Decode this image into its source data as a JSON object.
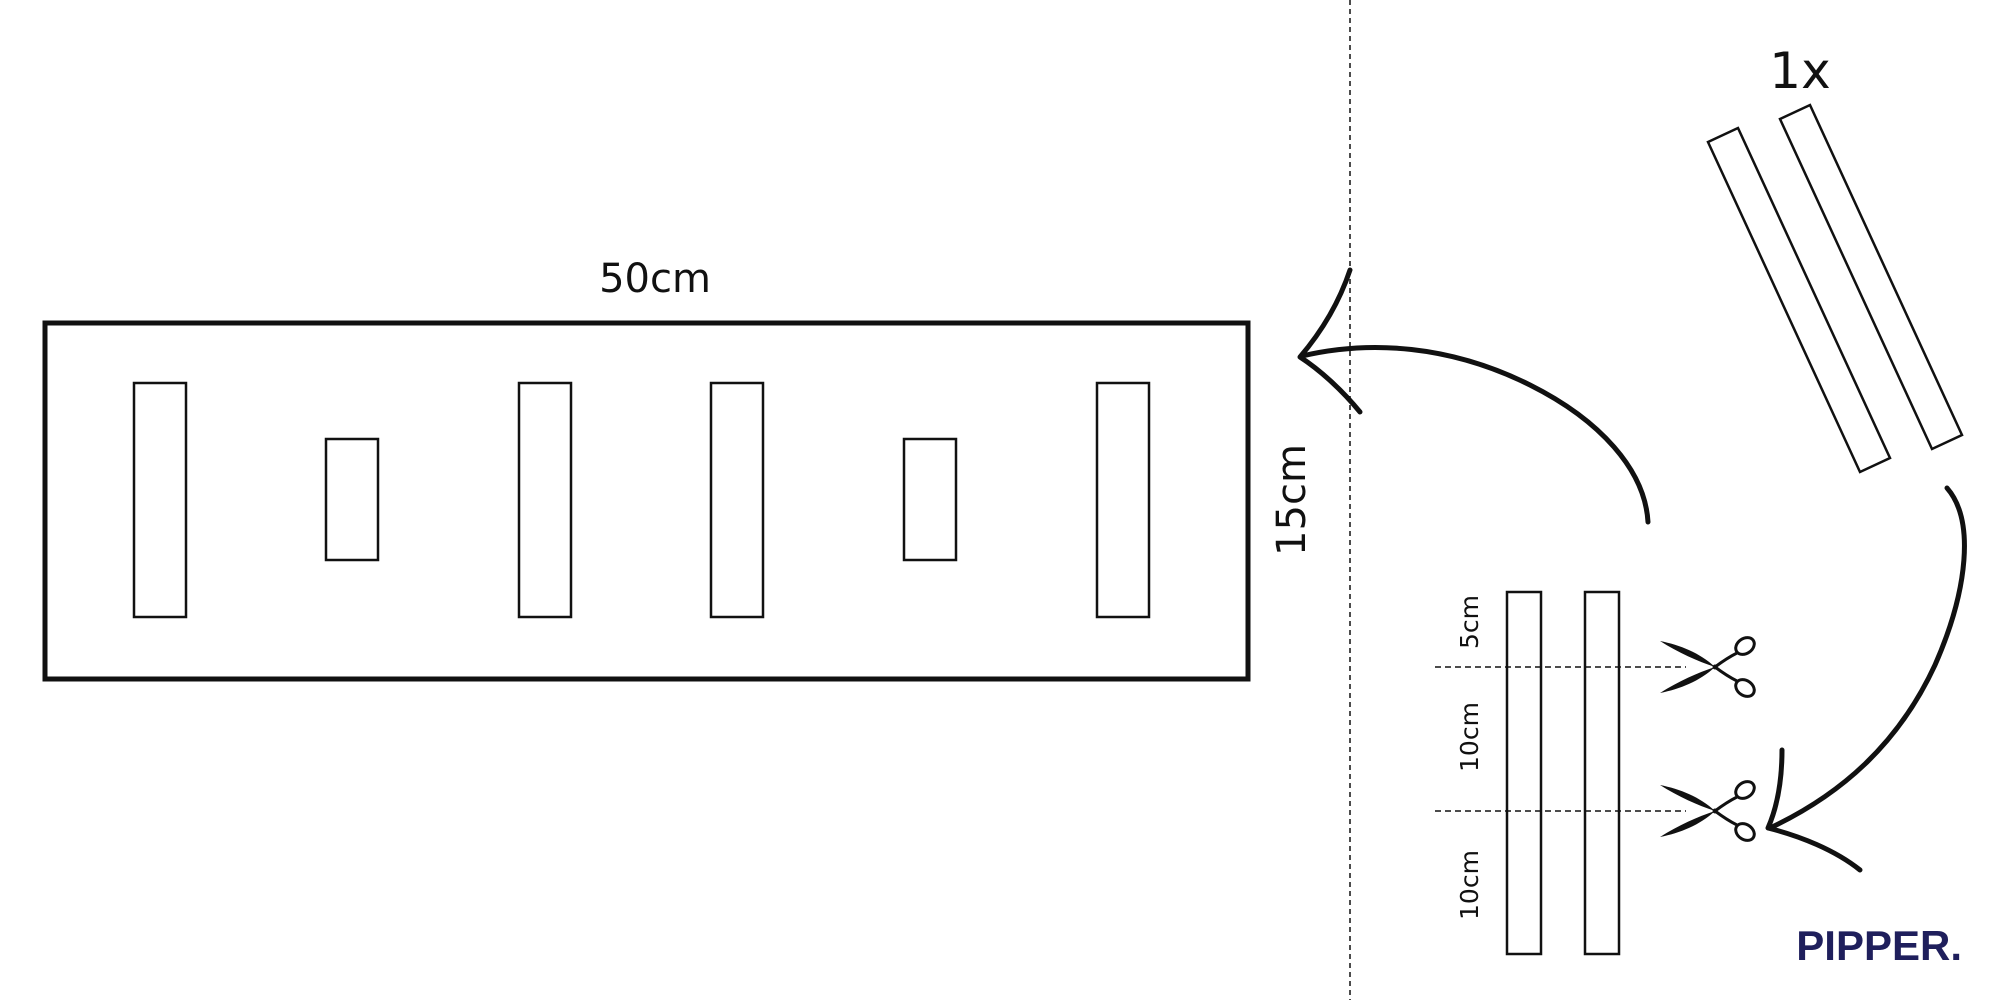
{
  "dimensions": {
    "width_label": "50cm",
    "height_label": "15cm"
  },
  "quantity_label": "1x",
  "cut_segments": {
    "first": "5cm",
    "second": "10cm",
    "third": "10cm"
  },
  "brand": {
    "name": "PIPPER.",
    "color": "#1f1f5c"
  },
  "colors": {
    "ink": "#111111",
    "background": "#ffffff"
  },
  "icons": {
    "cut_tool": "scissors-icon",
    "direction": "curved-arrow-icon"
  }
}
